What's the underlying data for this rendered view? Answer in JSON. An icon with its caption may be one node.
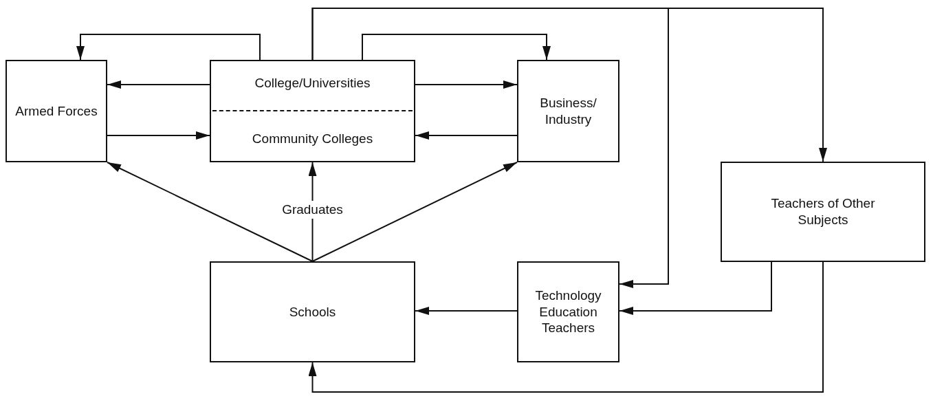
{
  "diagram": {
    "nodes": [
      {
        "text": [
          "Armed Forces"
        ]
      },
      {
        "text": [
          "College/Universities",
          "Community Colleges"
        ]
      },
      {
        "text": [
          "Business/ Industry"
        ]
      },
      {
        "text": [
          "Teachers of Other Subjects"
        ]
      },
      {
        "text": [
          "Schools"
        ]
      },
      {
        "text": [
          "Technology Education Teachers"
        ]
      }
    ],
    "edges": [
      {
        "from": 1,
        "to": 0,
        "arrow": "to"
      },
      {
        "from": 1,
        "to": 0,
        "arrow": "to"
      },
      {
        "from": 0,
        "to": 1,
        "arrow": "to"
      },
      {
        "from": 1,
        "to": 2,
        "arrow": "to"
      },
      {
        "from": 2,
        "to": 1,
        "arrow": "to"
      },
      {
        "from": 1,
        "to": 2,
        "arrow": "to"
      },
      {
        "from": 1,
        "to": 3,
        "arrow": "to"
      },
      {
        "from": 1,
        "to": 5,
        "arrow": "to"
      },
      {
        "from": 4,
        "to": 0,
        "arrow": "to"
      },
      {
        "from": 4,
        "to": 1,
        "arrow": "to",
        "label": "Graduates"
      },
      {
        "from": 4,
        "to": 2,
        "arrow": "to"
      },
      {
        "from": 5,
        "to": 4,
        "arrow": "to"
      },
      {
        "from": 3,
        "to": 5,
        "arrow": "to"
      },
      {
        "from": 3,
        "to": 4,
        "arrow": "to"
      }
    ]
  }
}
